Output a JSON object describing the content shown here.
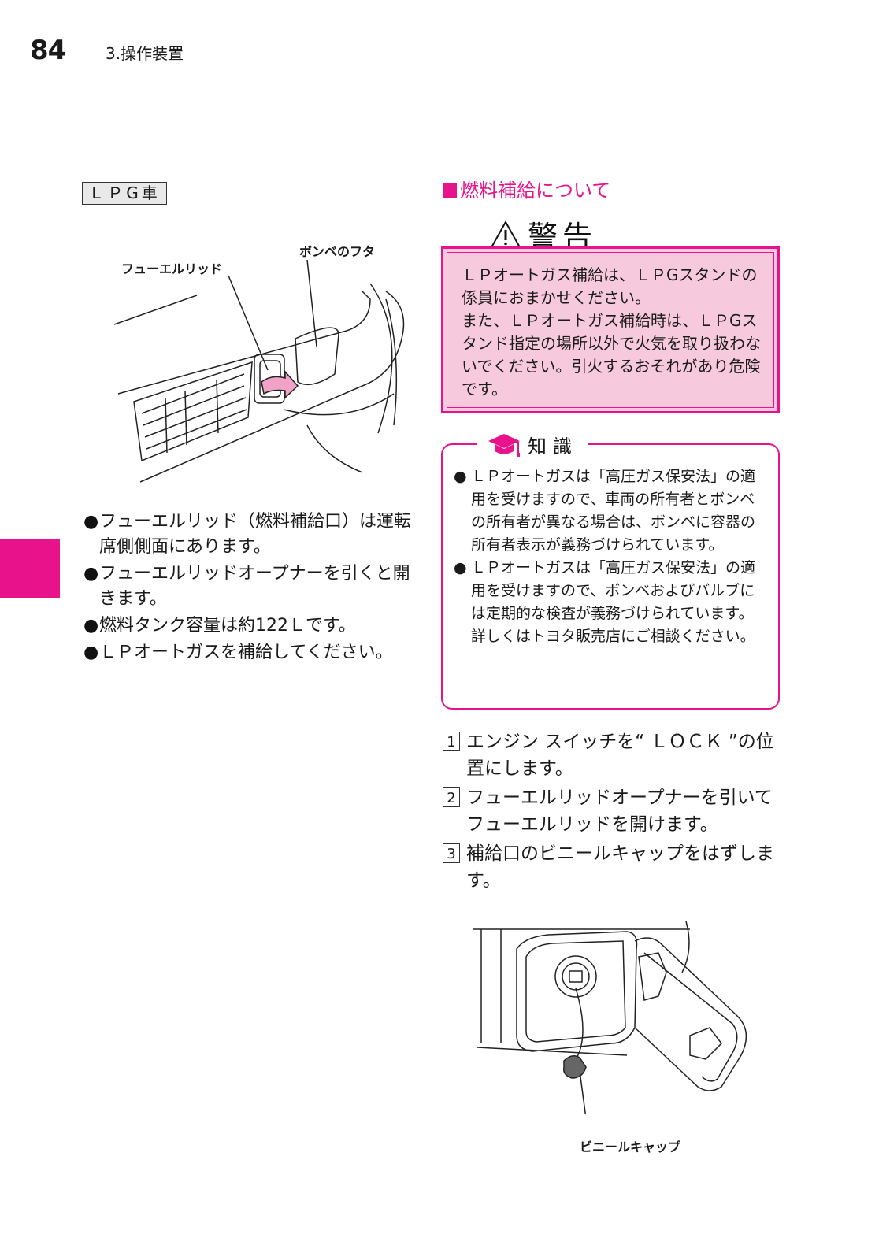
{
  "header": {
    "page_number": "84",
    "section": "3.操作装置"
  },
  "left": {
    "tag": "ＬＰG車",
    "figure_labels": {
      "fuel_lid": "フューエルリッド",
      "cylinder_lid": "ボンベのフタ"
    },
    "bullets": [
      "フューエルリッド（燃料補給口）は運転席側側面にあります。",
      "フューエルリッドオープナーを引くと開きます。",
      "燃料タンク容量は約122Ｌです。",
      "ＬＰオートガスを補給してください。"
    ]
  },
  "right": {
    "heading": "燃料補給について",
    "warning": {
      "title": "警告",
      "paragraphs": [
        "ＬＰオートガス補給は、ＬＰGスタンドの係員におまかせください。",
        "また、ＬＰオートガス補給時は、ＬＰGスタンド指定の場所以外で火気を取り扱わないでください。引火するおそれがあり危険です。"
      ]
    },
    "info": {
      "title": "知識",
      "items": [
        "ＬＰオートガスは「高圧ガス保安法」の適用を受けますので、車両の所有者とボンベの所有者が異なる場合は、ボンベに容器の所有者表示が義務づけられています。",
        "ＬＰオートガスは「高圧ガス保安法」の適用を受けますので、ボンベおよびバルブには定期的な検査が義務づけられています。詳しくはトヨタ販売店にご相談ください。"
      ]
    },
    "steps": [
      {
        "num": "1",
        "text": "エンジン スイッチを“ ＬＯＣＫ ”の位置にします。"
      },
      {
        "num": "2",
        "text": "フューエルリッドオープナーを引いてフューエルリッドを開けます。"
      },
      {
        "num": "3",
        "text": "補給口のビニールキャップをはずします。"
      }
    ],
    "figure_labels": {
      "vinyl_cap": "ビニールキャップ"
    }
  },
  "colors": {
    "accent": "#e8138a",
    "warning_bg": "#f7c9dc"
  }
}
